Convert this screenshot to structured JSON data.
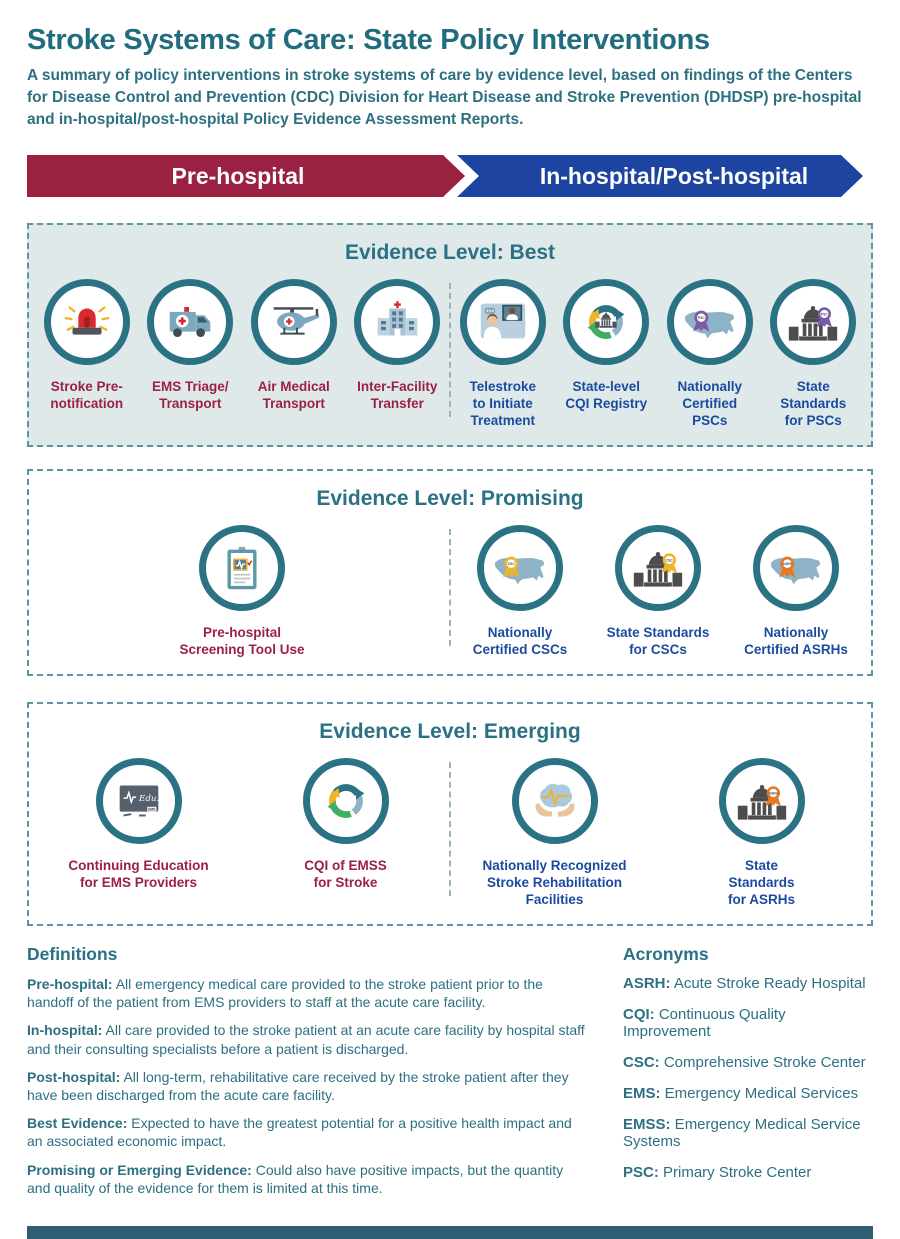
{
  "page": {
    "title": "Stroke Systems of Care: State Policy Interventions",
    "subtitle": "A summary of policy interventions in stroke systems of care by evidence level, based on findings of the Centers for Disease Control and Prevention (CDC) Division for Heart Disease and Stroke Prevention (DHDSP) pre-hospital and in-hospital/post-hospital Policy Evidence Assessment Reports."
  },
  "banners": {
    "pre": {
      "label": "Pre-hospital",
      "color": "#9b2143"
    },
    "post": {
      "label": "In-hospital/Post-hospital",
      "color": "#1c44a0"
    }
  },
  "colors": {
    "heading_teal": "#2a7183",
    "text_teal": "#2c7081",
    "pre_label_maroon": "#9b2144",
    "post_label_blue": "#1b4a9f",
    "circle_border_teal": "#2b7384",
    "best_section_background": "#dfe9ea",
    "other_section_background": "#ffffff",
    "footer_bar": "#2f5d71",
    "psc_ribbon_purple": "#7b5aa6",
    "csc_ribbon_gold": "#f0b429",
    "asrh_ribbon_orange": "#e87722"
  },
  "sections": [
    {
      "heading": "Evidence Level: Best",
      "background": "#dfe9ea",
      "left": [
        {
          "label": "Stroke Pre-\nnotification",
          "icon": "siren-icon"
        },
        {
          "label": "EMS Triage/\nTransport",
          "icon": "ambulance-icon"
        },
        {
          "label": "Air Medical\nTransport",
          "icon": "helicopter-icon"
        },
        {
          "label": "Inter-Facility\nTransfer",
          "icon": "hospital-icon"
        }
      ],
      "right": [
        {
          "label": "Telestroke\nto Initiate\nTreatment",
          "icon": "telestroke-icon"
        },
        {
          "label": "State-level\nCQI Registry",
          "icon": "cqi-registry-icon"
        },
        {
          "label": "Nationally\nCertified\nPSCs",
          "icon": "us-map-psc-ribbon-icon"
        },
        {
          "label": "State\nStandards\nfor PSCs",
          "icon": "capitol-psc-ribbon-icon"
        }
      ]
    },
    {
      "heading": "Evidence Level: Promising",
      "background": "#ffffff",
      "left": [
        {
          "label": "Pre-hospital\nScreening Tool Use",
          "icon": "clipboard-screening-icon"
        }
      ],
      "right": [
        {
          "label": "Nationally\nCertified CSCs",
          "icon": "us-map-csc-ribbon-icon"
        },
        {
          "label": "State Standards\nfor CSCs",
          "icon": "capitol-csc-ribbon-icon"
        },
        {
          "label": "Nationally\nCertified ASRHs",
          "icon": "us-map-asrh-ribbon-icon"
        }
      ]
    },
    {
      "heading": "Evidence Level: Emerging",
      "background": "#ffffff",
      "left": [
        {
          "label": "Continuing Education\nfor EMS Providers",
          "icon": "chalkboard-education-icon"
        },
        {
          "label": "CQI of EMSS\nfor Stroke",
          "icon": "cqi-arrows-icon"
        }
      ],
      "right": [
        {
          "label": "Nationally Recognized\nStroke Rehabilitation\nFacilities",
          "icon": "brain-hands-icon"
        },
        {
          "label": "State\nStandards\nfor ASRHs",
          "icon": "capitol-asrh-ribbon-icon"
        }
      ]
    }
  ],
  "definitions": {
    "heading": "Definitions",
    "items": [
      {
        "term": "Pre-hospital:",
        "text": "All emergency medical care provided to the stroke patient prior to the handoff of the patient from EMS providers to staff at the acute care facility."
      },
      {
        "term": "In-hospital:",
        "text": "All care provided to the stroke patient at an acute care facility by hospital staff and their consulting specialists before a patient is discharged."
      },
      {
        "term": "Post-hospital:",
        "text": "All long-term, rehabilitative care received by the stroke patient after they have been discharged from the acute care facility."
      },
      {
        "term": "Best Evidence:",
        "text": "Expected to have the greatest potential for a positive health impact and an associated economic impact."
      },
      {
        "term": "Promising or Emerging Evidence:",
        "text": "Could also have positive impacts, but the quantity and quality of the evidence for them is limited at this time."
      }
    ]
  },
  "acronyms": {
    "heading": "Acronyms",
    "items": [
      {
        "term": "ASRH:",
        "text": "Acute Stroke Ready Hospital"
      },
      {
        "term": "CQI:",
        "text": "Continuous Quality Improvement"
      },
      {
        "term": "CSC:",
        "text": "Comprehensive Stroke Center"
      },
      {
        "term": "EMS:",
        "text": "Emergency Medical Services"
      },
      {
        "term": "EMSS:",
        "text": "Emergency Medical Service Systems"
      },
      {
        "term": "PSC:",
        "text": "Primary Stroke Center"
      }
    ]
  }
}
